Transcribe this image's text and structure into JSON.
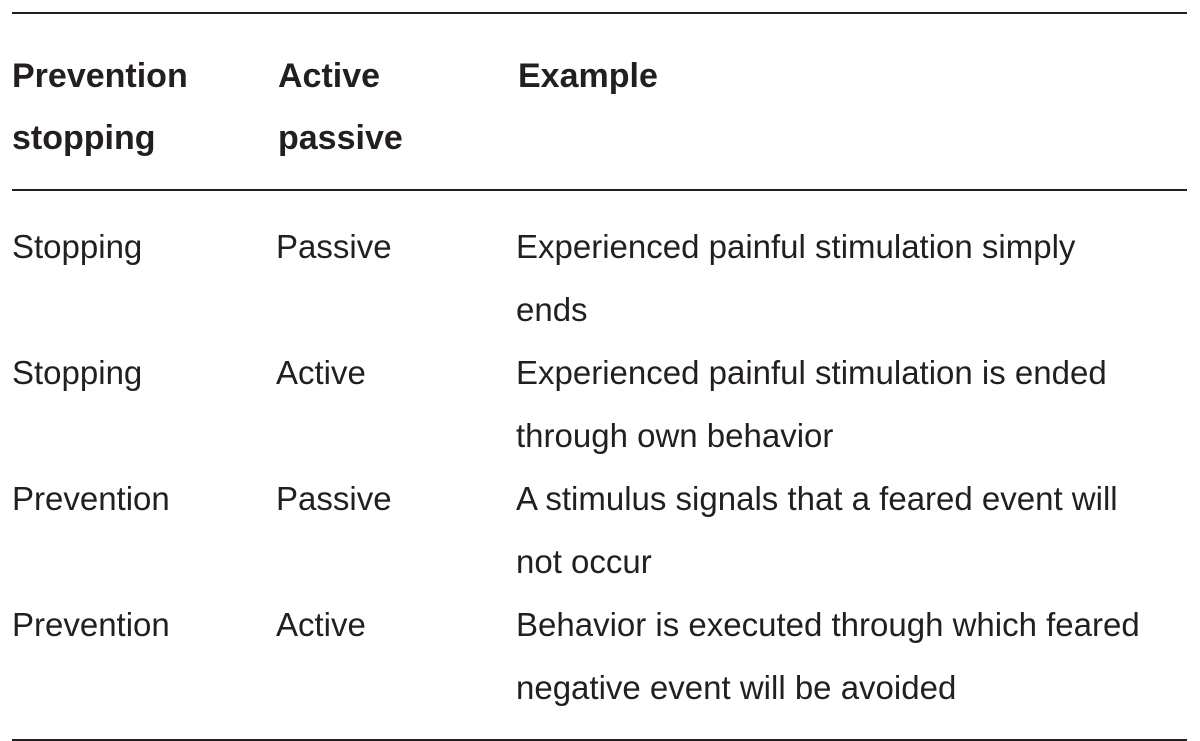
{
  "table": {
    "headers": [
      {
        "line1": "Prevention",
        "line2": "stopping"
      },
      {
        "line1": "Active",
        "line2": "passive"
      },
      {
        "line1": "Example",
        "line2": ""
      }
    ],
    "rows": [
      {
        "a": "Stopping",
        "b": "Passive",
        "c": "Experienced painful stimulation simply\nends"
      },
      {
        "a": "Stopping",
        "b": "Active",
        "c": "Experienced painful stimulation is ended\nthrough own behavior"
      },
      {
        "a": "Prevention",
        "b": "Passive",
        "c": "A stimulus signals that a feared event will\nnot occur"
      },
      {
        "a": "Prevention",
        "b": "Active",
        "c": "Behavior is executed through which feared\nnegative event will be avoided"
      }
    ]
  }
}
